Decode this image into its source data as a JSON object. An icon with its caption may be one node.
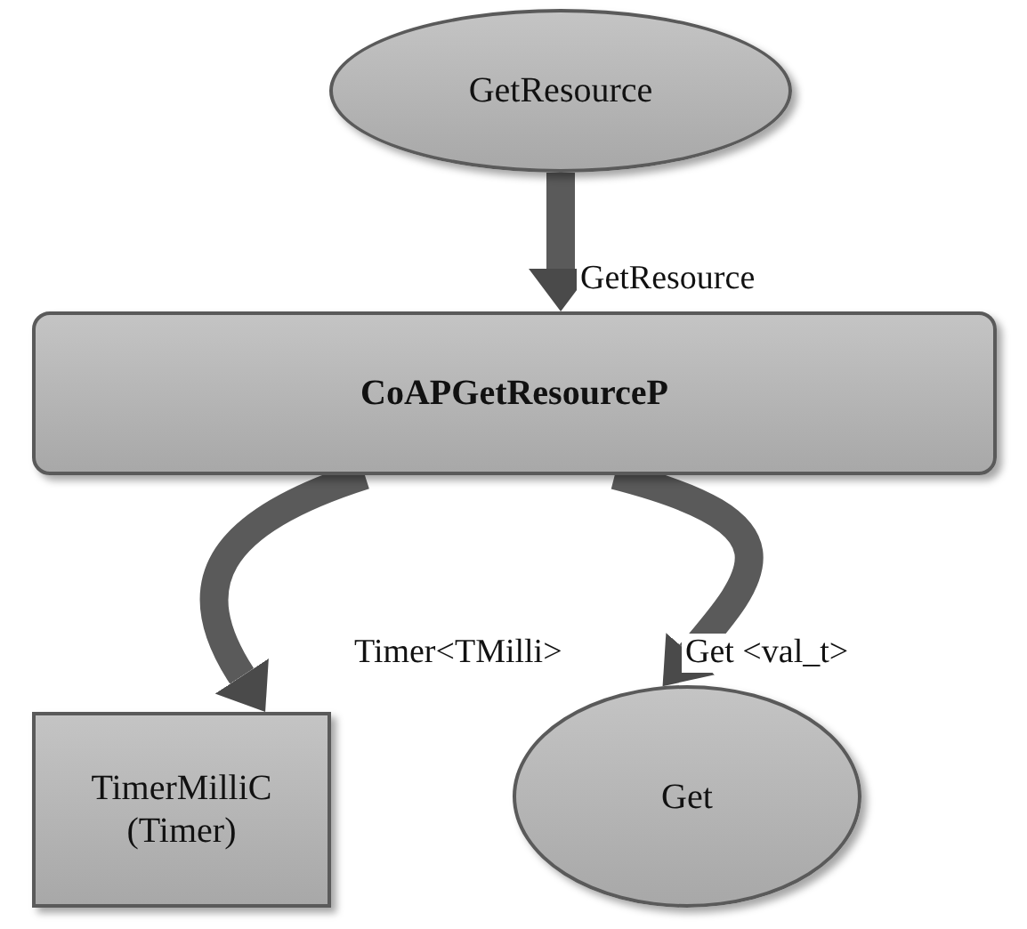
{
  "diagram": {
    "nodes": [
      {
        "text": [
          "GetResource"
        ]
      },
      {
        "text": [
          "CoAPGetResourceP"
        ]
      },
      {
        "text": [
          "TimerMilliC (Timer)"
        ]
      },
      {
        "text": [
          "Get"
        ]
      }
    ],
    "edges": [
      {
        "from": 0,
        "to": 1,
        "arrow": "to",
        "label": "GetResource"
      },
      {
        "from": 1,
        "to": 2,
        "arrow": "to",
        "label": "Timer<TMilli>"
      },
      {
        "from": 1,
        "to": 3,
        "arrow": "to",
        "label": "Get <val_t>"
      }
    ]
  }
}
